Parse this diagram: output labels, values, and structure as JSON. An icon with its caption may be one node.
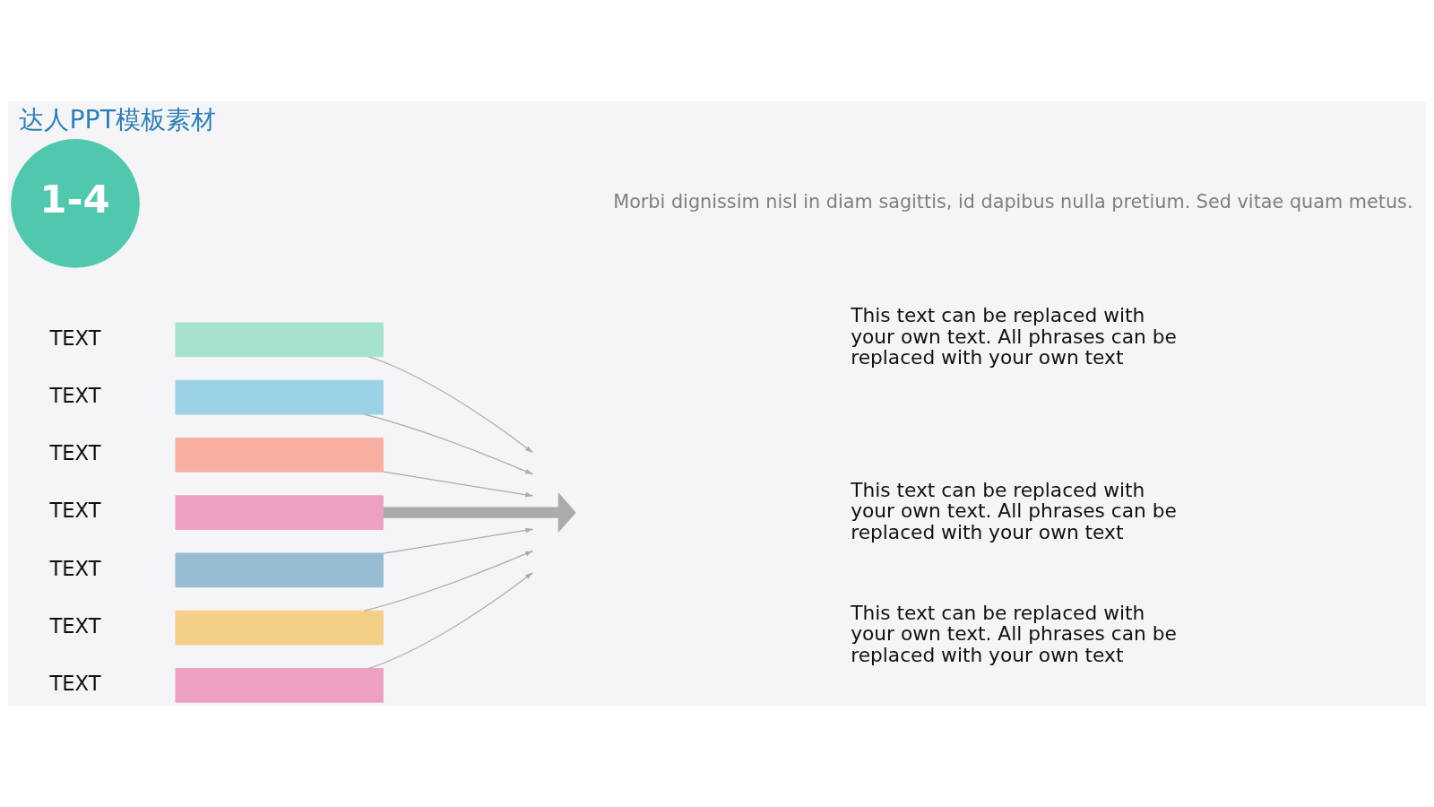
{
  "diagram": {
    "title": "达人PPT模板素材",
    "nodes": [
      {
        "text": [
          "1-4"
        ]
      },
      {
        "text": [],
        "shape": "bar",
        "beside": [
          "TEXT"
        ]
      },
      {
        "text": [],
        "shape": "bar",
        "beside": [
          "TEXT"
        ]
      },
      {
        "text": [],
        "shape": "bar",
        "beside": [
          "TEXT"
        ]
      },
      {
        "text": [],
        "shape": "bar",
        "beside": [
          "TEXT"
        ]
      },
      {
        "text": [],
        "shape": "bar",
        "beside": [
          "TEXT"
        ]
      },
      {
        "text": [],
        "shape": "bar",
        "beside": [
          "TEXT"
        ]
      },
      {
        "text": [],
        "shape": "bar",
        "beside": [
          "TEXT"
        ]
      }
    ],
    "edges": [
      {
        "from": 1,
        "to": null,
        "arrow": "to"
      },
      {
        "from": 2,
        "to": null,
        "arrow": "to"
      },
      {
        "from": 3,
        "to": null,
        "arrow": "to"
      },
      {
        "from": 4,
        "to": null,
        "arrow": "to",
        "style": "thick"
      },
      {
        "from": 5,
        "to": null,
        "arrow": "to"
      },
      {
        "from": 6,
        "to": null,
        "arrow": "to"
      },
      {
        "from": 7,
        "to": null,
        "arrow": "to"
      }
    ],
    "labels": [
      "Morbi dignissim nisl in diam sagittis, id dapibus nulla pretium. Sed vitae quam metus.",
      "This text can be replaced with your own text. All phrases can be replaced with your own text",
      "This text can be replaced with your own text. All phrases can be replaced with your own text",
      "This text can be replaced with your own text. All phrases can be replaced with your own text"
    ]
  }
}
